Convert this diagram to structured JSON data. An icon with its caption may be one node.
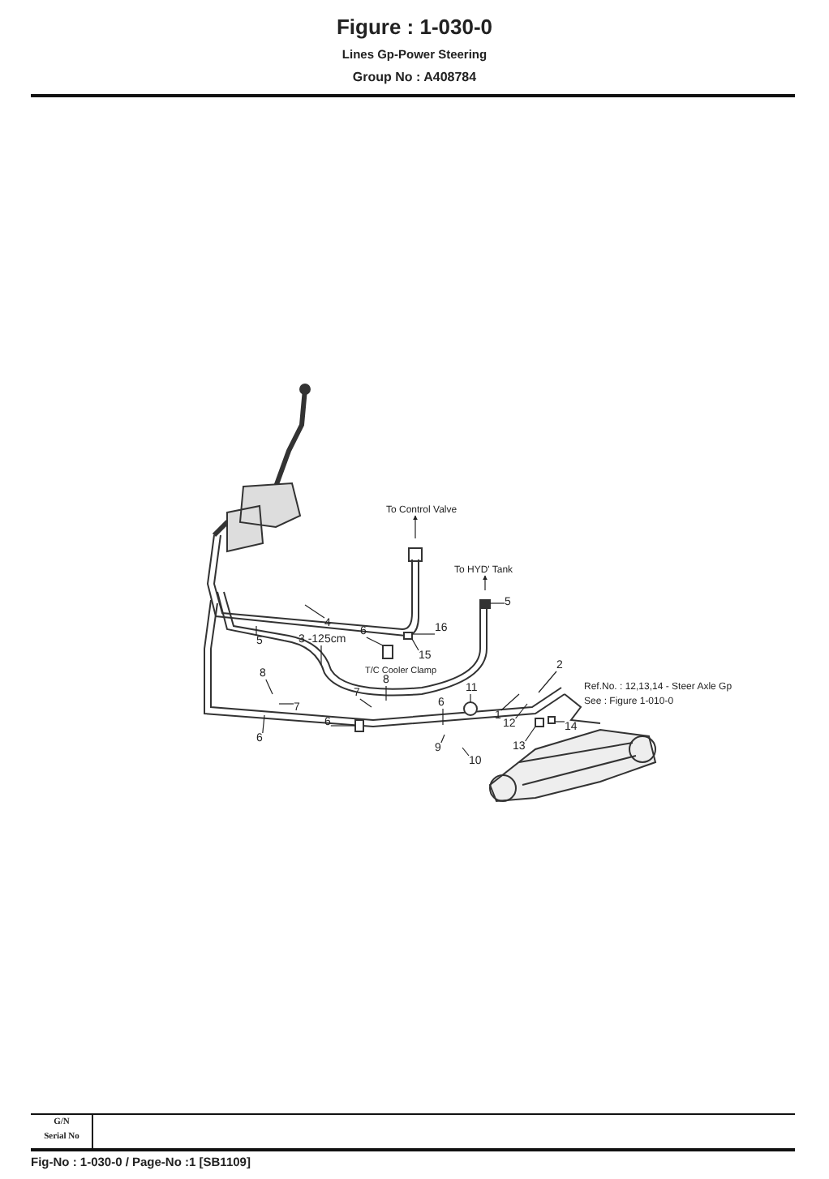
{
  "diagram": {
    "title": "Figure : 1-030-0",
    "nodes": [
      {
        "text": [
          "To Control Valve"
        ]
      },
      {
        "text": [
          "To HYD' Tank"
        ]
      },
      {
        "text": [
          "5"
        ]
      },
      {
        "text": [
          "4"
        ]
      },
      {
        "text": [
          "5"
        ]
      },
      {
        "text": [
          "3 -125cm"
        ]
      },
      {
        "text": [
          "6"
        ]
      },
      {
        "text": [
          "16"
        ]
      },
      {
        "text": [
          "15"
        ]
      },
      {
        "text": [
          "8"
        ]
      },
      {
        "text": [
          "7"
        ]
      },
      {
        "text": [
          "6"
        ]
      },
      {
        "text": [
          "8"
        ]
      },
      {
        "text": [
          "7"
        ]
      },
      {
        "text": [
          "6"
        ]
      },
      {
        "text": [
          "6"
        ]
      },
      {
        "text": [
          "11"
        ]
      },
      {
        "text": [
          "9"
        ]
      },
      {
        "text": [
          "10"
        ]
      },
      {
        "text": [
          "1"
        ]
      },
      {
        "text": [
          "12"
        ]
      },
      {
        "text": [
          "13"
        ]
      },
      {
        "text": [
          "14"
        ]
      },
      {
        "text": [
          "2"
        ]
      },
      {
        "text": [],
        "shape": "box"
      },
      {
        "text": [],
        "shape": "box"
      },
      {
        "text": [],
        "shape": "box"
      },
      {
        "text": [],
        "shape": "circle"
      },
      {
        "text": [],
        "shape": "box"
      },
      {
        "text": [],
        "shape": "box"
      }
    ],
    "edges": [
      {
        "from": null,
        "to": 0,
        "arrow": "to"
      },
      {
        "from": null,
        "to": 1,
        "arrow": "to"
      },
      {
        "from": 2,
        "to": null,
        "arrow": "none"
      },
      {
        "from": 3,
        "to": null,
        "arrow": "none"
      },
      {
        "from": 4,
        "to": null,
        "arrow": "none"
      },
      {
        "from": 5,
        "to": null,
        "arrow": "none"
      },
      {
        "from": 6,
        "to": 24,
        "arrow": "none"
      },
      {
        "from": 7,
        "to": 25,
        "arrow": "none"
      },
      {
        "from": 8,
        "to": 25,
        "arrow": "none"
      },
      {
        "from": 9,
        "to": null,
        "arrow": "none"
      },
      {
        "from": 10,
        "to": null,
        "arrow": "none"
      },
      {
        "from": 11,
        "to": null,
        "arrow": "none"
      },
      {
        "from": 12,
        "to": null,
        "arrow": "none"
      },
      {
        "from": 13,
        "to": null,
        "arrow": "none"
      },
      {
        "from": 14,
        "to": 26,
        "arrow": "none"
      },
      {
        "from": 15,
        "to": null,
        "arrow": "none"
      },
      {
        "from": 16,
        "to": 27,
        "arrow": "none"
      },
      {
        "from": 17,
        "to": null,
        "arrow": "none"
      },
      {
        "from": 18,
        "to": null,
        "arrow": "none"
      },
      {
        "from": 19,
        "to": null,
        "arrow": "none"
      },
      {
        "from": 20,
        "to": null,
        "arrow": "none"
      },
      {
        "from": 21,
        "to": 28,
        "arrow": "none"
      },
      {
        "from": 22,
        "to": 29,
        "arrow": "none"
      },
      {
        "from": 23,
        "to": null,
        "arrow": "none"
      }
    ],
    "labels": [
      "Lines Gp-Power Steering",
      "Group No :  A408784",
      "T/C Cooler Clamp",
      "Ref.No. : 12,13,14 - Steer Axle Gp",
      "See : Figure 1-010-0",
      "G/N",
      "Serial No",
      "Fig-No : 1-030-0 / Page-No :1 [SB1109]"
    ]
  }
}
